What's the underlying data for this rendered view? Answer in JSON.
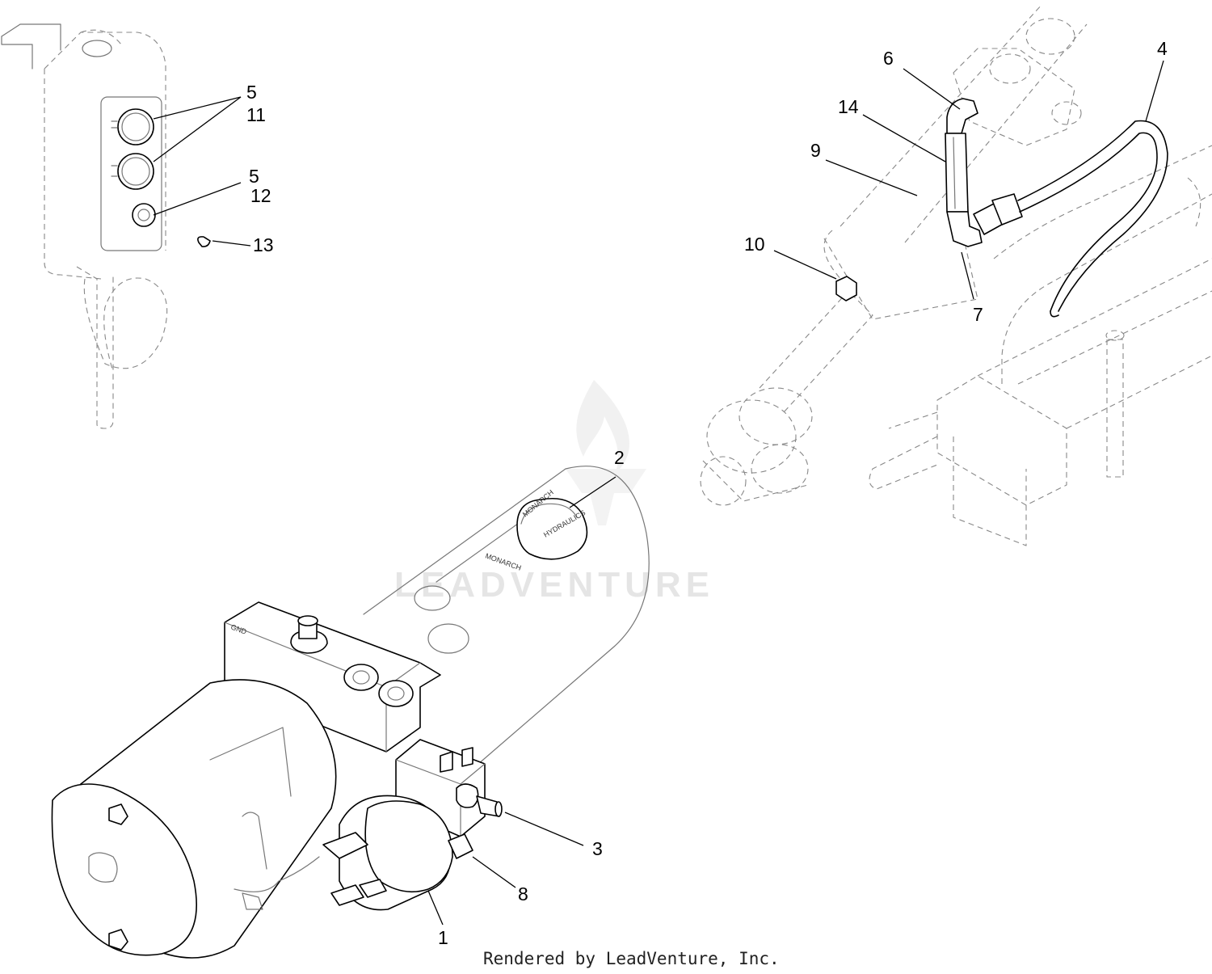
{
  "diagram": {
    "callouts": [
      {
        "id": "callout-5a",
        "text": "5"
      },
      {
        "id": "callout-11",
        "text": "11"
      },
      {
        "id": "callout-5b",
        "text": "5"
      },
      {
        "id": "callout-12",
        "text": "12"
      },
      {
        "id": "callout-13",
        "text": "13"
      },
      {
        "id": "callout-6",
        "text": "6"
      },
      {
        "id": "callout-4",
        "text": "4"
      },
      {
        "id": "callout-14",
        "text": "14"
      },
      {
        "id": "callout-9",
        "text": "9"
      },
      {
        "id": "callout-10",
        "text": "10"
      },
      {
        "id": "callout-7",
        "text": "7"
      },
      {
        "id": "callout-2",
        "text": "2"
      },
      {
        "id": "callout-3",
        "text": "3"
      },
      {
        "id": "callout-8",
        "text": "8"
      },
      {
        "id": "callout-1",
        "text": "1"
      }
    ],
    "stamps": {
      "gnd": "GND",
      "cap_brand": "MONARCH",
      "cap_text": "HYDRAULICS",
      "tank_brand": "MONARCH"
    },
    "watermark": "LEADVENTURE",
    "credit": "Rendered by LeadVenture, Inc."
  }
}
